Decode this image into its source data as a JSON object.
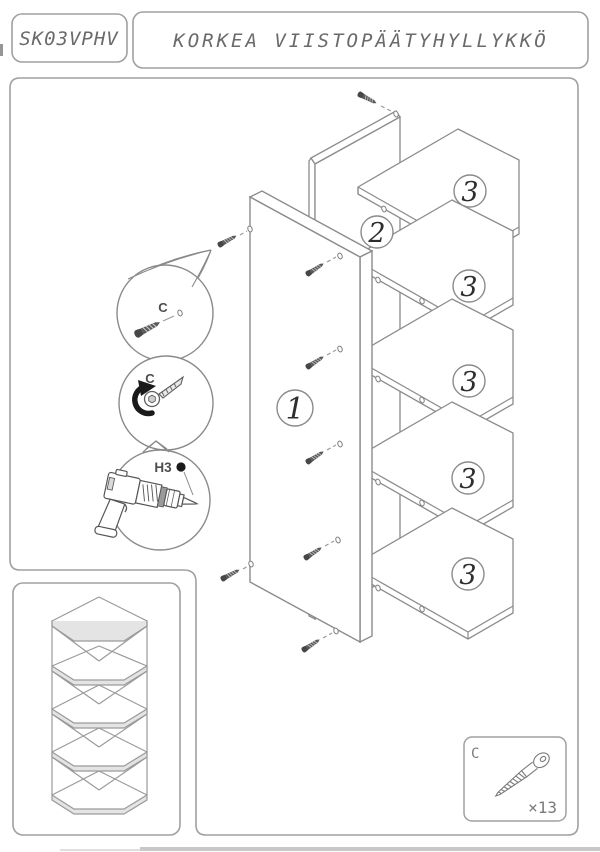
{
  "header": {
    "model": "SK03VPHV",
    "title": "KORKEA VIISTOPÄÄTYHYLLYKKÖ"
  },
  "parts": {
    "side_panel": "1",
    "back_panel": "2",
    "shelf": "3"
  },
  "callouts": {
    "screw_hole": "C",
    "screw_turn": "C",
    "drill": "H3"
  },
  "hardware": {
    "label": "C",
    "quantity": "×13"
  },
  "colors": {
    "line": "#8c8c8c",
    "box_border": "#a0a0a0",
    "dark": "#1a1a1a",
    "text": "#4d4d4d"
  }
}
